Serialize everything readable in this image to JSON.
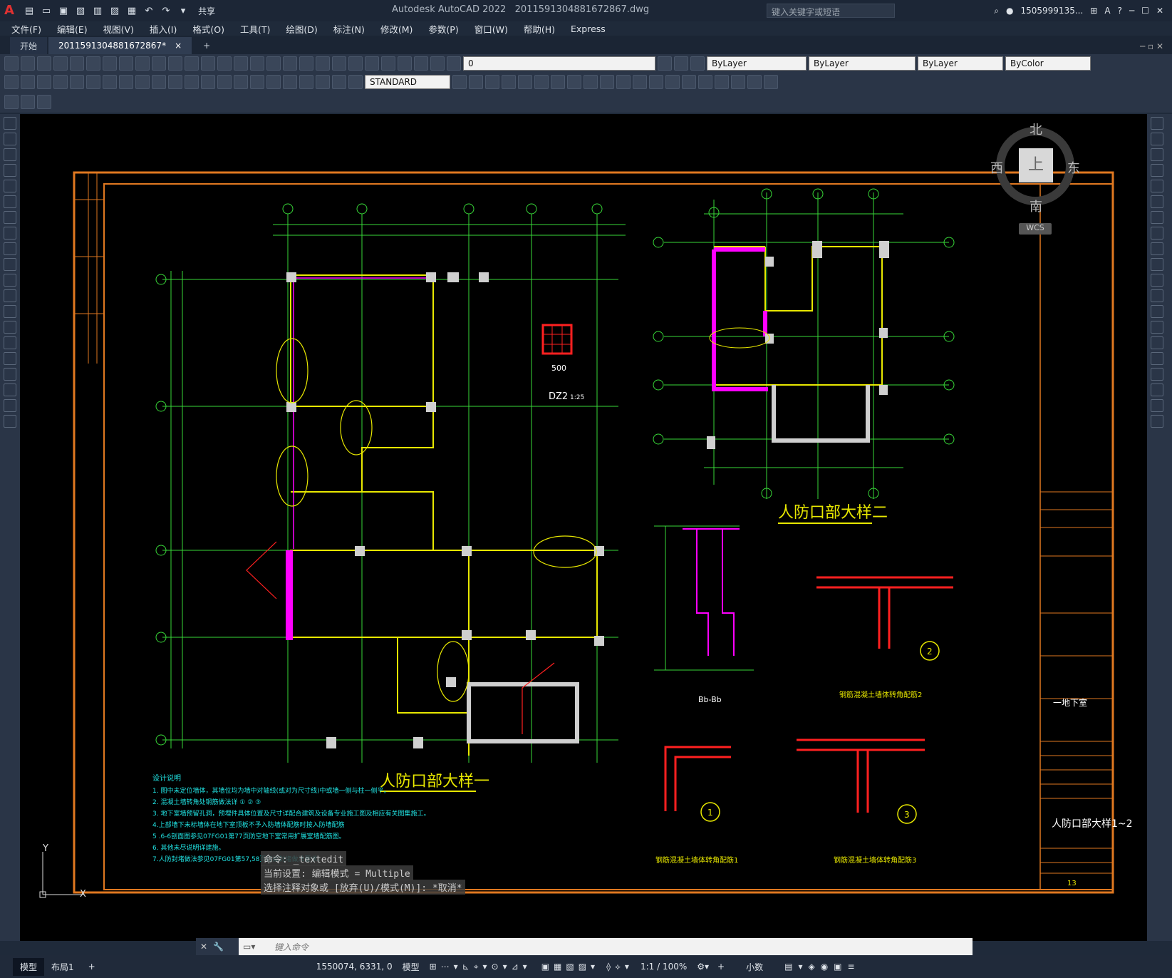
{
  "app": {
    "logo": "A",
    "title": "Autodesk AutoCAD 2022",
    "filename": "20115913048816728​67.dwg",
    "share_label": "共享",
    "search_placeholder": "键入关键字或短语",
    "user": "1505999135...",
    "help": "?"
  },
  "menu": [
    "文件(F)",
    "编辑(E)",
    "视图(V)",
    "插入(I)",
    "格式(O)",
    "工具(T)",
    "绘图(D)",
    "标注(N)",
    "修改(M)",
    "参数(P)",
    "窗口(W)",
    "帮助(H)",
    "Express"
  ],
  "tabs": [
    {
      "label": "开始"
    },
    {
      "label": "2011591304881672867*",
      "close": "×"
    }
  ],
  "tab_add": "+",
  "toolbar": {
    "layer_value": "0",
    "color_value": "ByLayer",
    "linetype_value": "ByLayer",
    "lineweight_value": "ByLayer",
    "plotstyle_value": "ByColor",
    "dimstyle_value": "STANDARD"
  },
  "viewcube": {
    "north": "北",
    "south": "南",
    "west": "西",
    "east": "东",
    "top": "上",
    "wcs": "WCS"
  },
  "drawing": {
    "title1": "人防口部大样一",
    "title2": "人防口部大样二",
    "dz2_label": "DZ2",
    "dz2_scale": "1:25",
    "dz2_size": "500",
    "detail_bb": "Bb-Bb",
    "corner1": "钢筋混凝土墙体转角配筋1",
    "corner2": "钢筋混凝土墙体转角配筋2",
    "corner3": "钢筋混凝土墙体转角配筋3",
    "notes_title": "设计说明",
    "notes": [
      "1. 图中未定位墙体，其墙位均为墙中对轴线(或对为尺寸线)中或墙一侧与柱一侧平。",
      "2. 混凝土墙转角处钢筋做法详 ① ② ③",
      "3. 地下室墙预留孔洞，预埋件具体位置及尺寸详配合建筑及设备专业施工图及相应有关图集施工。",
      "4.上部墙下未标墙体在地下室顶板不予入防墙体配筋时按入防墙配筋",
      "5 .6-6剖面图参见07FG01第77页防空地下室常用扩展室墙配筋图。",
      "6. 其他未尽说明详建施。",
      "7.人防封堵做法参见07FG01第57,58页临战封堵做法要求。"
    ],
    "tb_name": "人防口部大样1~2",
    "tb_level": "一地下室",
    "tb_no": "13"
  },
  "history": [
    {
      "text": "命令: _textedit"
    },
    {
      "text": "当前设置: 编辑模式 = Multiple"
    },
    {
      "text": "选择注释对象或 [放弃(U)/模式(M)]: *取消*"
    }
  ],
  "command_placeholder": "键入命令",
  "status": {
    "model_tab": "模型",
    "layout_tab": "布局1",
    "add": "+",
    "coords": "1550074, 6331, 0",
    "space": "模型",
    "scale": "1:1 / 100%",
    "units": "小数"
  },
  "colors": {
    "orange": "#e07820",
    "green": "#38d838",
    "yellow": "#e8e800",
    "magenta": "#ff00ff",
    "cyan": "#20e0e0",
    "red": "#ff2020"
  }
}
